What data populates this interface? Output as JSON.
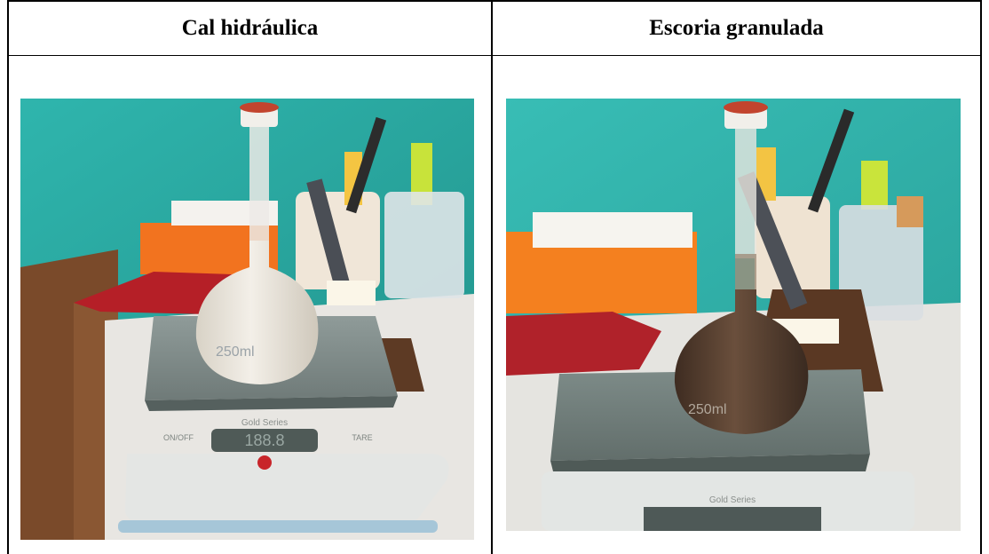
{
  "table": {
    "columns": [
      {
        "header": "Cal hidráulica",
        "photo": {
          "icon": "volumetric-flask-on-scale-photo",
          "flask_label": "250ml",
          "scale_display": "188.8",
          "scale_brand_text": "Gold Series",
          "scale_left_button": "ON/OFF",
          "scale_right_button": "TARE",
          "liquid_color": "#e9e4da"
        }
      },
      {
        "header": "Escoria granulada",
        "photo": {
          "icon": "volumetric-flask-on-scale-photo",
          "flask_label": "250ml",
          "scale_brand_text": "Gold Series",
          "liquid_color": "#5a4232"
        }
      }
    ]
  }
}
